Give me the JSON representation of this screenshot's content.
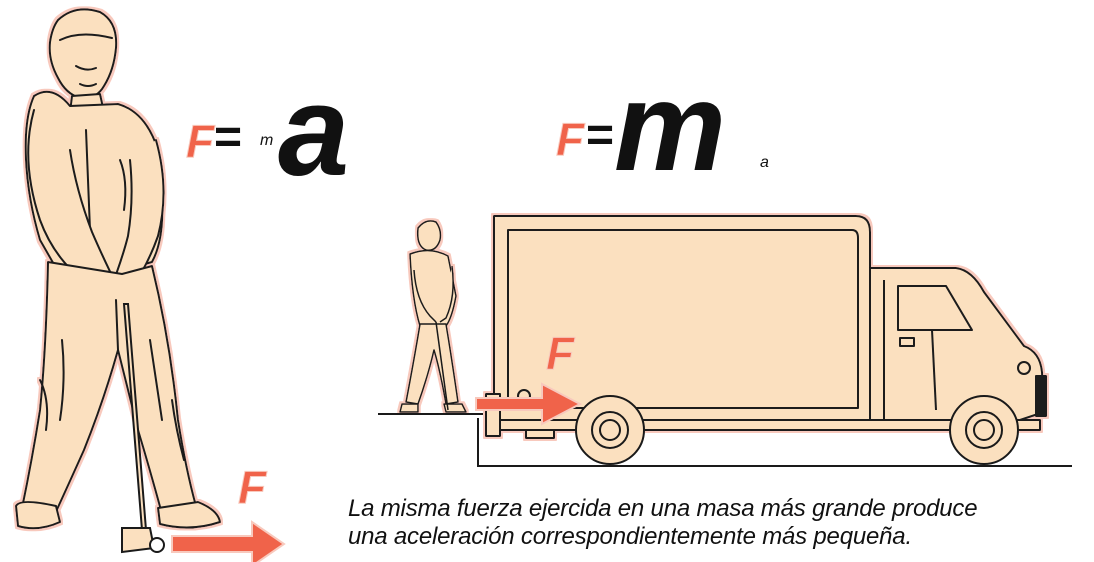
{
  "colors": {
    "force_red": "#f0634a",
    "skin": "#fbe0bf",
    "outline": "#1a1a1a",
    "halo": "#f8c9bd"
  },
  "formula_left": {
    "F": "F",
    "equals": "=",
    "m": "m",
    "a": "a"
  },
  "formula_right": {
    "F": "F",
    "equals": "=",
    "m": "m",
    "a": "a"
  },
  "force_labels": {
    "golfer_ball": "F",
    "truck": "F"
  },
  "caption": {
    "line1": "La misma fuerza ejercida en una masa más grande produce",
    "line2": "una aceleración correspondientemente más pequeña."
  }
}
